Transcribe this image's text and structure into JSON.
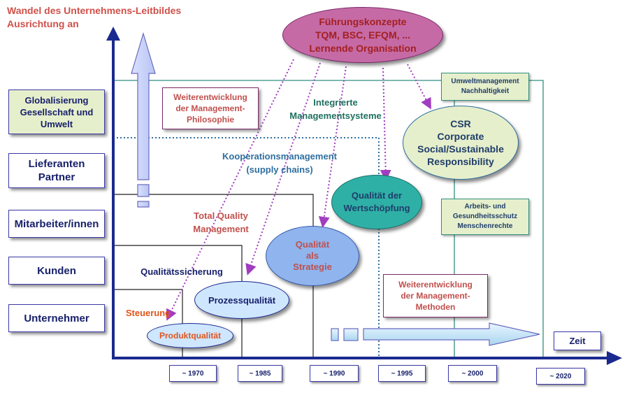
{
  "title": {
    "line1": "Wandel des Unternehmens-Leitbildes",
    "line2": "Ausrichtung an"
  },
  "stakeholders": [
    {
      "label": "Globalisierung\nGesellschaft und\nUmwelt"
    },
    {
      "label": "Lieferanten\nPartner"
    },
    {
      "label": "Mitarbeiter/innen"
    },
    {
      "label": "Kunden"
    },
    {
      "label": "Unternehmer"
    }
  ],
  "years": [
    "~ 1970",
    "~ 1985",
    "~ 1990",
    "~ 1995",
    "~ 2000",
    "~ 2020"
  ],
  "time_label": "Zeit",
  "ellipses": {
    "fuehrung": "Führungskonzepte\nTQM, BSC, EFQM, ...\nLernende Organisation",
    "csr": "CSR\nCorporate\nSocial/Sustainable\nResponsibility",
    "wertschoepfung": "Qualität der\nWertschöpfung",
    "strategie": "Qualität\nals\nStrategie",
    "prozess": "Prozessqualität",
    "produkt": "Produktqualität"
  },
  "labels": {
    "integrierte": "Integrierte\nManagementsysteme",
    "kooperation": "Kooperationsmanagement\n(supply chains)",
    "tqm": "Total Quality\nManagement",
    "qs": "Qualitätssicherung",
    "steuerung": "Steuerung"
  },
  "notes": {
    "philosophie": "Weiterentwicklung\nder Management-\nPhilosophie",
    "methoden": "Weiterentwicklung\nder Management-\nMethoden",
    "umwelt": "Umweltmanagement\nNachhaltigkeit",
    "arbeit": "Arbeits- und\nGesundheitsschutz\nMenschenrechte"
  }
}
